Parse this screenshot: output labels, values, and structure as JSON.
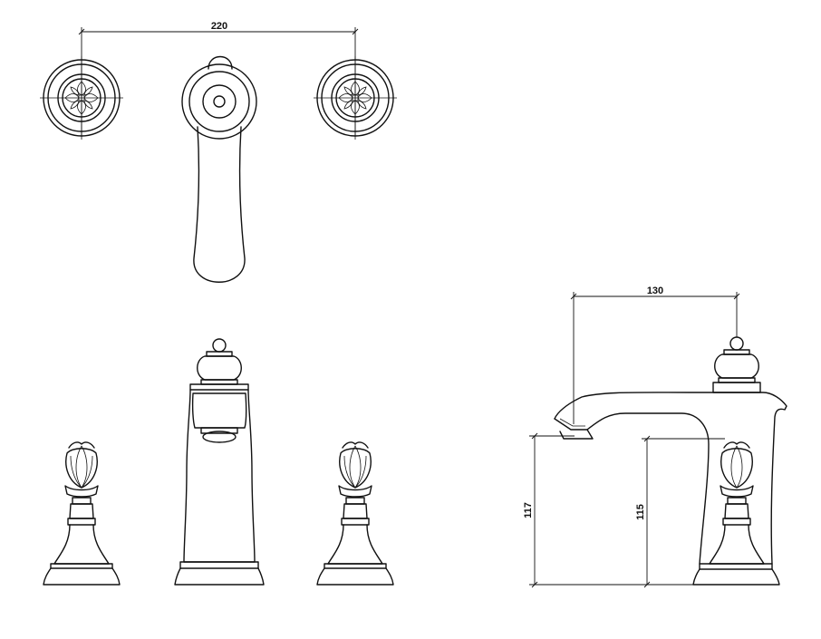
{
  "dimensions": {
    "top_width": "220",
    "spout_reach": "130",
    "spout_height": "117",
    "handle_height": "115"
  },
  "colors": {
    "line": "#111111",
    "background": "#ffffff"
  }
}
